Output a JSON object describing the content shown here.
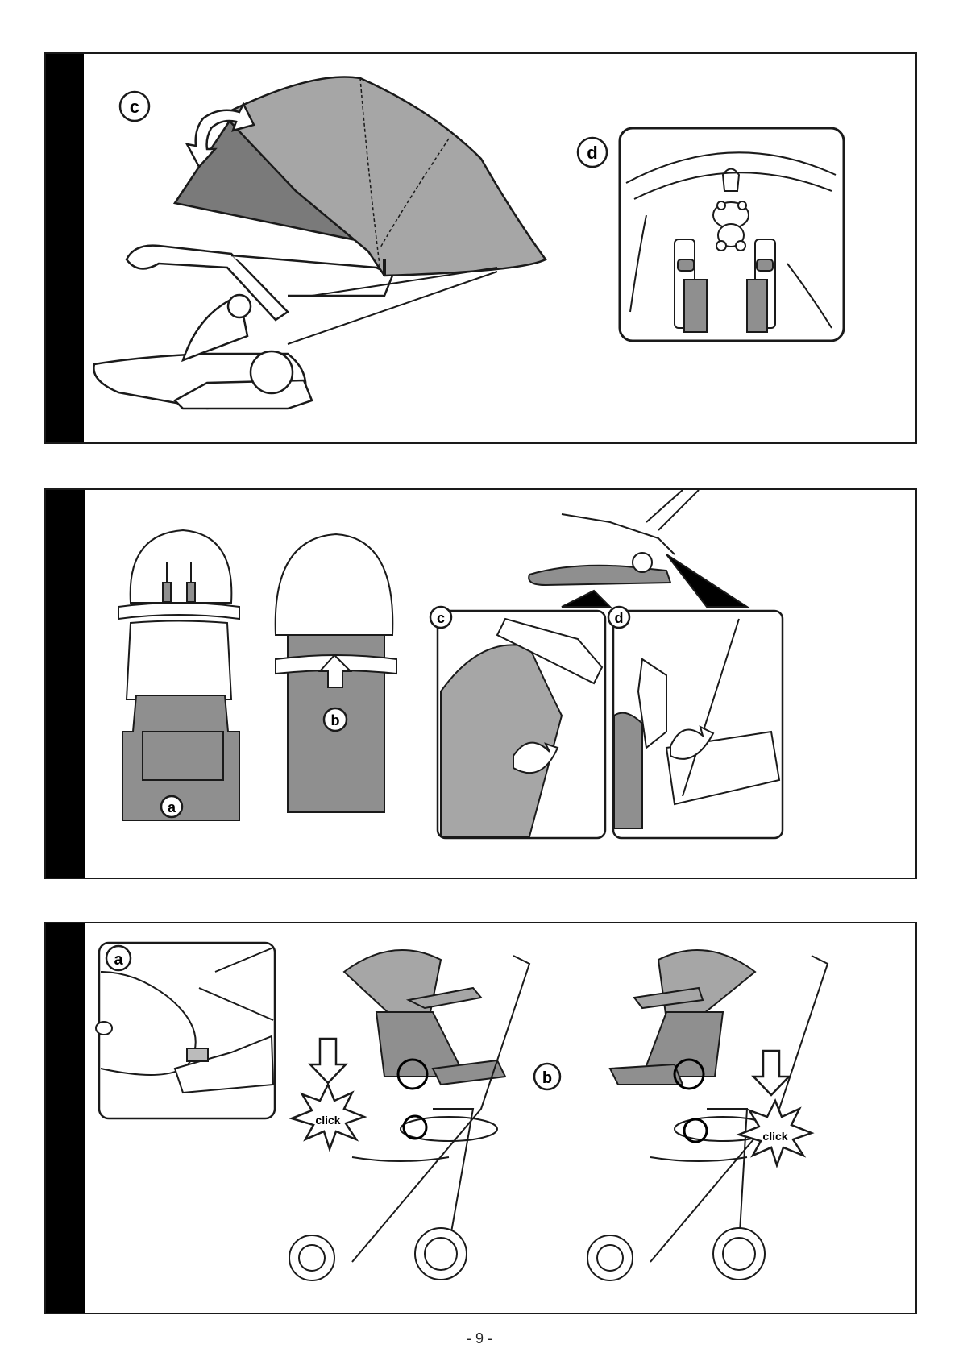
{
  "colors": {
    "canopy": "#a6a6a6",
    "canopy_dark": "#7a7a7a",
    "fabric": "#8f8f8f",
    "line": "#1a1a1a",
    "bar": "#000000"
  },
  "panel1": {
    "label_c": "c",
    "label_d": "d"
  },
  "panel2": {
    "label_a": "a",
    "label_b": "b",
    "label_c": "c",
    "label_d": "d"
  },
  "panel3": {
    "label_a": "a",
    "label_b": "b",
    "click_left": "click",
    "click_right": "click"
  },
  "footer": {
    "page_number": "- 9 -"
  }
}
